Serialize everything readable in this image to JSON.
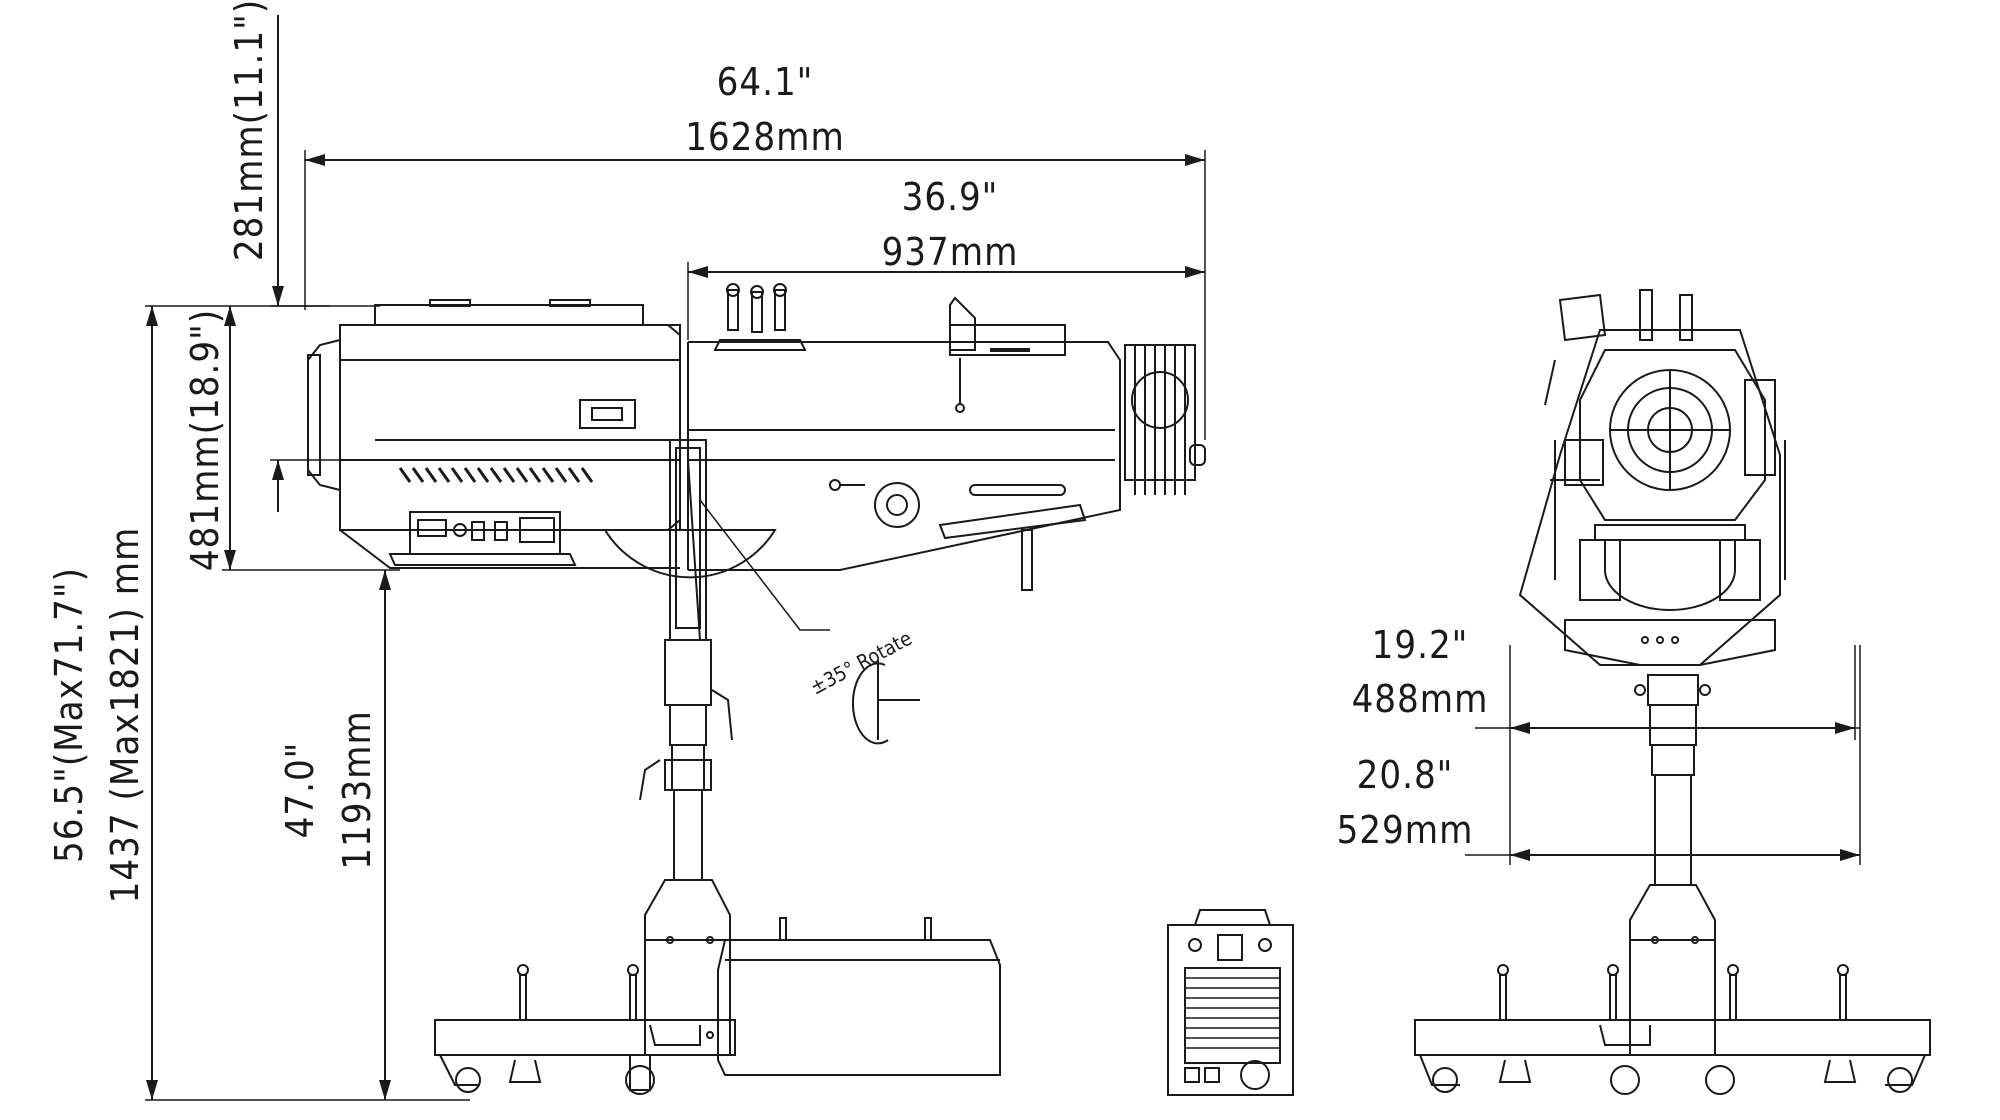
{
  "dimensions": {
    "overall_length_in": "64.1\"",
    "overall_length_mm": "1628mm",
    "front_length_in": "36.9\"",
    "front_length_mm": "937mm",
    "top_offset": "281mm(11.1\")",
    "body_height": "481mm(18.9\")",
    "total_height_in": "56.5\"(Max71.7\")",
    "total_height_mm": "1437 (Max1821) mm",
    "stand_height_in": "47.0\"",
    "stand_height_mm": "1193mm",
    "width_inner_in": "19.2\"",
    "width_inner_mm": "488mm",
    "width_outer_in": "20.8\"",
    "width_outer_mm": "529mm"
  },
  "annotations": {
    "rotate": "±35° Rotate"
  },
  "colors": {
    "line": "#1a1a1a",
    "background": "#ffffff"
  }
}
